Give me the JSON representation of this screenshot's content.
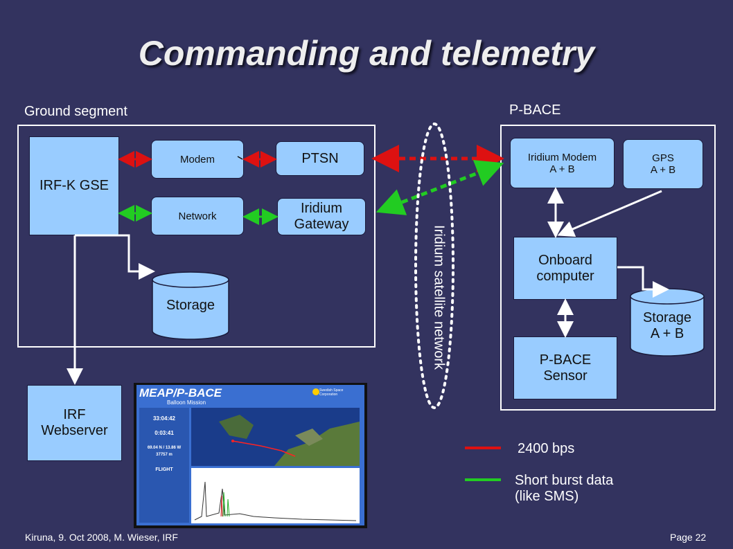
{
  "title": "Commanding and telemetry",
  "ground": {
    "label": "Ground segment",
    "gse": "IRF-K GSE",
    "modem": "Modem",
    "network": "Network",
    "ptsn": "PTSN",
    "iridium_gateway": "Iridium\nGateway",
    "storage": "Storage"
  },
  "pbace": {
    "label": "P-BACE",
    "iridium_modem": "Iridium Modem\nA + B",
    "gps": "GPS\nA + B",
    "onboard": "Onboard\ncomputer",
    "storage": "Storage\nA + B",
    "sensor": "P-BACE\nSensor"
  },
  "satellite_network": "Iridium satellite network",
  "webserver": "IRF\nWebserver",
  "screenshot": {
    "logo": "MEAP/P-BACE",
    "subtitle": "Balloon Mission",
    "company": "Swedish Space Corporation",
    "time1": "33:04:42",
    "time2": "0:03:41",
    "position": "69.04 N / 13.86 W",
    "altitude": "37757 m",
    "mode": "FLIGHT"
  },
  "legend": {
    "red_label": "2400 bps",
    "green_label": "Short burst data\n(like SMS)",
    "red_color": "#dd1111",
    "green_color": "#22cc22"
  },
  "footer": {
    "left": "Kiruna,  9.  Oct  2008,  M.  Wieser,  IRF",
    "right": "Page 22"
  }
}
